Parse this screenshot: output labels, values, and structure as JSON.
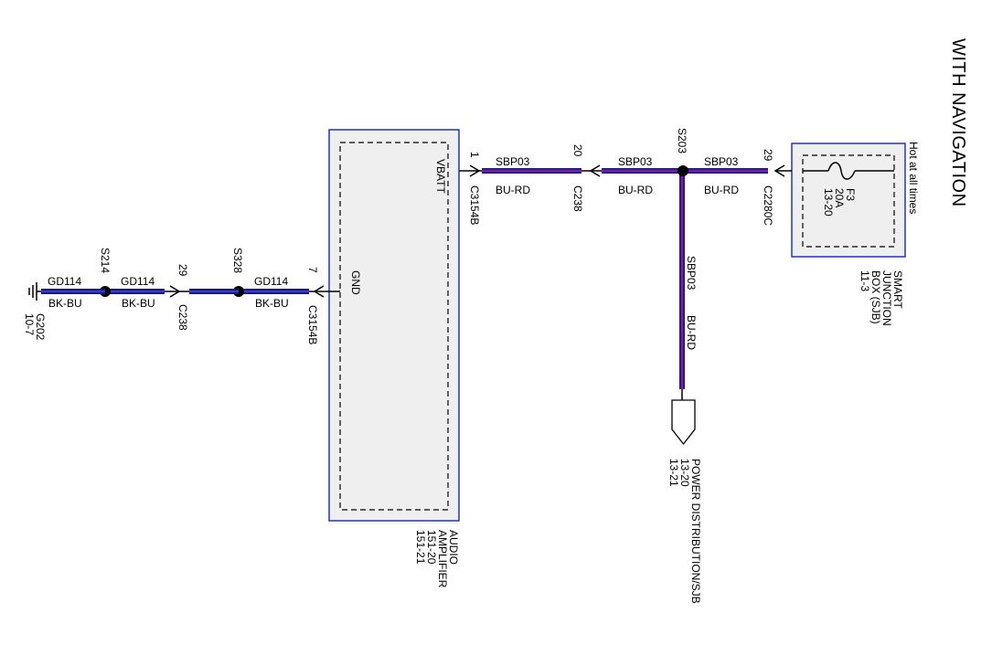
{
  "title": "WITH NAVIGATION",
  "colors": {
    "blue_wire": "#1a1a7a",
    "purple_wire": "#7a1fa2",
    "component_border": "#2233bb",
    "component_fill": "#efefef"
  },
  "sjb": {
    "name_lines": [
      "SMART",
      "JUNCTION",
      "BOX (SJB)",
      "11-3"
    ],
    "hot_label": "Hot at all times",
    "fuse_lines": [
      "F3",
      "20A",
      "13-20"
    ],
    "pin": "29",
    "connector": "C2280C"
  },
  "amplifier": {
    "name_lines": [
      "AUDIO",
      "AMPLIFIER",
      "151-20",
      "151-21"
    ],
    "vbatt_label": "VBATT",
    "gnd_label": "GND",
    "vbatt_pin": "1",
    "vbatt_connector": "C3154B",
    "gnd_pin": "7",
    "gnd_connector": "C3154B"
  },
  "splices": {
    "s203": "S203",
    "s328": "S328",
    "s214": "S214"
  },
  "inline": {
    "top_pin": "20",
    "top_connector": "C238",
    "bottom_pin": "29",
    "bottom_connector": "C238"
  },
  "wires": {
    "sbp": {
      "circuit": "SBP03",
      "color": "BU-RD"
    },
    "gd": {
      "circuit": "GD114",
      "color": "BK-BU"
    }
  },
  "power_dist": {
    "label_lines": [
      "POWER DISTRIBUTION/SJB",
      "13-20",
      "13-21"
    ]
  },
  "ground": {
    "label_lines": [
      "G202",
      "10-7"
    ]
  }
}
